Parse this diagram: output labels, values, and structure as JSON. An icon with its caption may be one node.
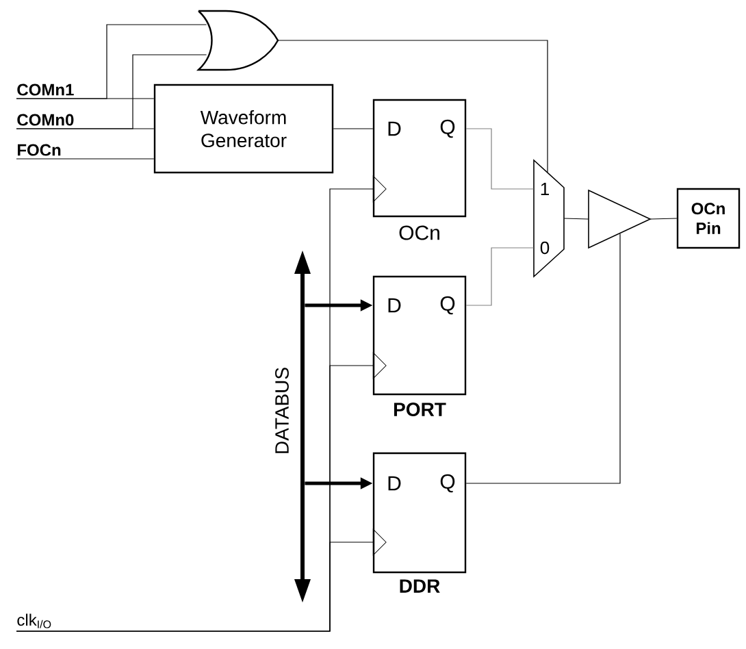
{
  "diagram": {
    "nodes": [
      {
        "text": [
          "COMn1"
        ]
      },
      {
        "text": [
          "COMn0"
        ]
      },
      {
        "text": [
          "FOCn"
        ]
      },
      {
        "text": [],
        "shape": "gate"
      },
      {
        "text": [
          "Waveform Generator"
        ]
      },
      {
        "text": [
          "D",
          "Q",
          "OCn"
        ]
      },
      {
        "text": [
          "D",
          "Q",
          "PORT"
        ]
      },
      {
        "text": [
          "D",
          "Q",
          "DDR"
        ]
      },
      {
        "text": [
          "1",
          "0"
        ]
      },
      {
        "text": [],
        "shape": "triangle"
      },
      {
        "text": [
          "OCn Pin"
        ]
      },
      {
        "text": [],
        "shape": "bar",
        "beside": [
          "DATABUS"
        ]
      },
      {
        "text": [
          "clk$_{I/O}$"
        ]
      }
    ],
    "edges": [
      {
        "from": 0,
        "to": 4,
        "arrow": "none"
      },
      {
        "from": 0,
        "to": 3,
        "arrow": "none"
      },
      {
        "from": 1,
        "to": 4,
        "arrow": "none"
      },
      {
        "from": 1,
        "to": 3,
        "arrow": "none"
      },
      {
        "from": 2,
        "to": 4,
        "arrow": "none"
      },
      {
        "from": 4,
        "to": 5,
        "arrow": "none"
      },
      {
        "from": 3,
        "to": 8,
        "arrow": "none"
      },
      {
        "from": 5,
        "to": 8,
        "arrow": "none",
        "color": "#808080"
      },
      {
        "from": 6,
        "to": 8,
        "arrow": "none",
        "color": "#808080"
      },
      {
        "from": 8,
        "to": 9,
        "arrow": "none"
      },
      {
        "from": 9,
        "to": 10,
        "arrow": "none"
      },
      {
        "from": 7,
        "to": 9,
        "arrow": "none"
      },
      {
        "from": 11,
        "to": 6,
        "arrow": "to",
        "style": "thick"
      },
      {
        "from": 11,
        "to": 7,
        "arrow": "to",
        "style": "thick"
      },
      {
        "from": 12,
        "to": 5,
        "arrow": "to"
      },
      {
        "from": 12,
        "to": 6,
        "arrow": "to"
      },
      {
        "from": 12,
        "to": 7,
        "arrow": "to"
      }
    ]
  }
}
